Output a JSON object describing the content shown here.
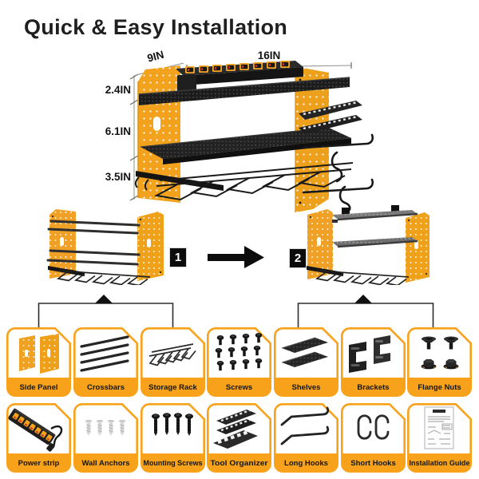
{
  "title": "Quick & Easy Installation",
  "hero": {
    "dims": {
      "depth": "9IN",
      "width": "16IN",
      "top": "2.4IN",
      "middle": "6.1IN",
      "bottom": "3.5IN"
    }
  },
  "steps": {
    "items": [
      {
        "number": "1"
      },
      {
        "number": "2"
      }
    ]
  },
  "parts": {
    "items": [
      {
        "label": "Side Panel",
        "icon": "side-panel-icon"
      },
      {
        "label": "Crossbars",
        "icon": "crossbars-icon"
      },
      {
        "label": "Storage Rack",
        "icon": "storage-rack-icon"
      },
      {
        "label": "Screws",
        "icon": "screws-icon"
      },
      {
        "label": "Shelves",
        "icon": "shelves-icon"
      },
      {
        "label": "Brackets",
        "icon": "brackets-icon"
      },
      {
        "label": "Flange Nuts",
        "icon": "flange-nuts-icon"
      },
      {
        "label": "Power strip",
        "icon": "power-strip-icon"
      },
      {
        "label": "Wall Anchors",
        "icon": "wall-anchors-icon"
      },
      {
        "label": "Mounting Screws",
        "icon": "mounting-screws-icon"
      },
      {
        "label": "Tool Organizer",
        "icon": "tool-organizer-icon"
      },
      {
        "label": "Long Hooks",
        "icon": "long-hooks-icon"
      },
      {
        "label": "Short Hooks",
        "icon": "short-hooks-icon"
      },
      {
        "label": "Installation Guide",
        "icon": "installation-guide-icon"
      }
    ]
  },
  "colors": {
    "accent_yellow": "#F7A21A",
    "panel_yellow": "#F0A125",
    "dark": "#1C1C1C",
    "background": "#FFFFFF"
  }
}
